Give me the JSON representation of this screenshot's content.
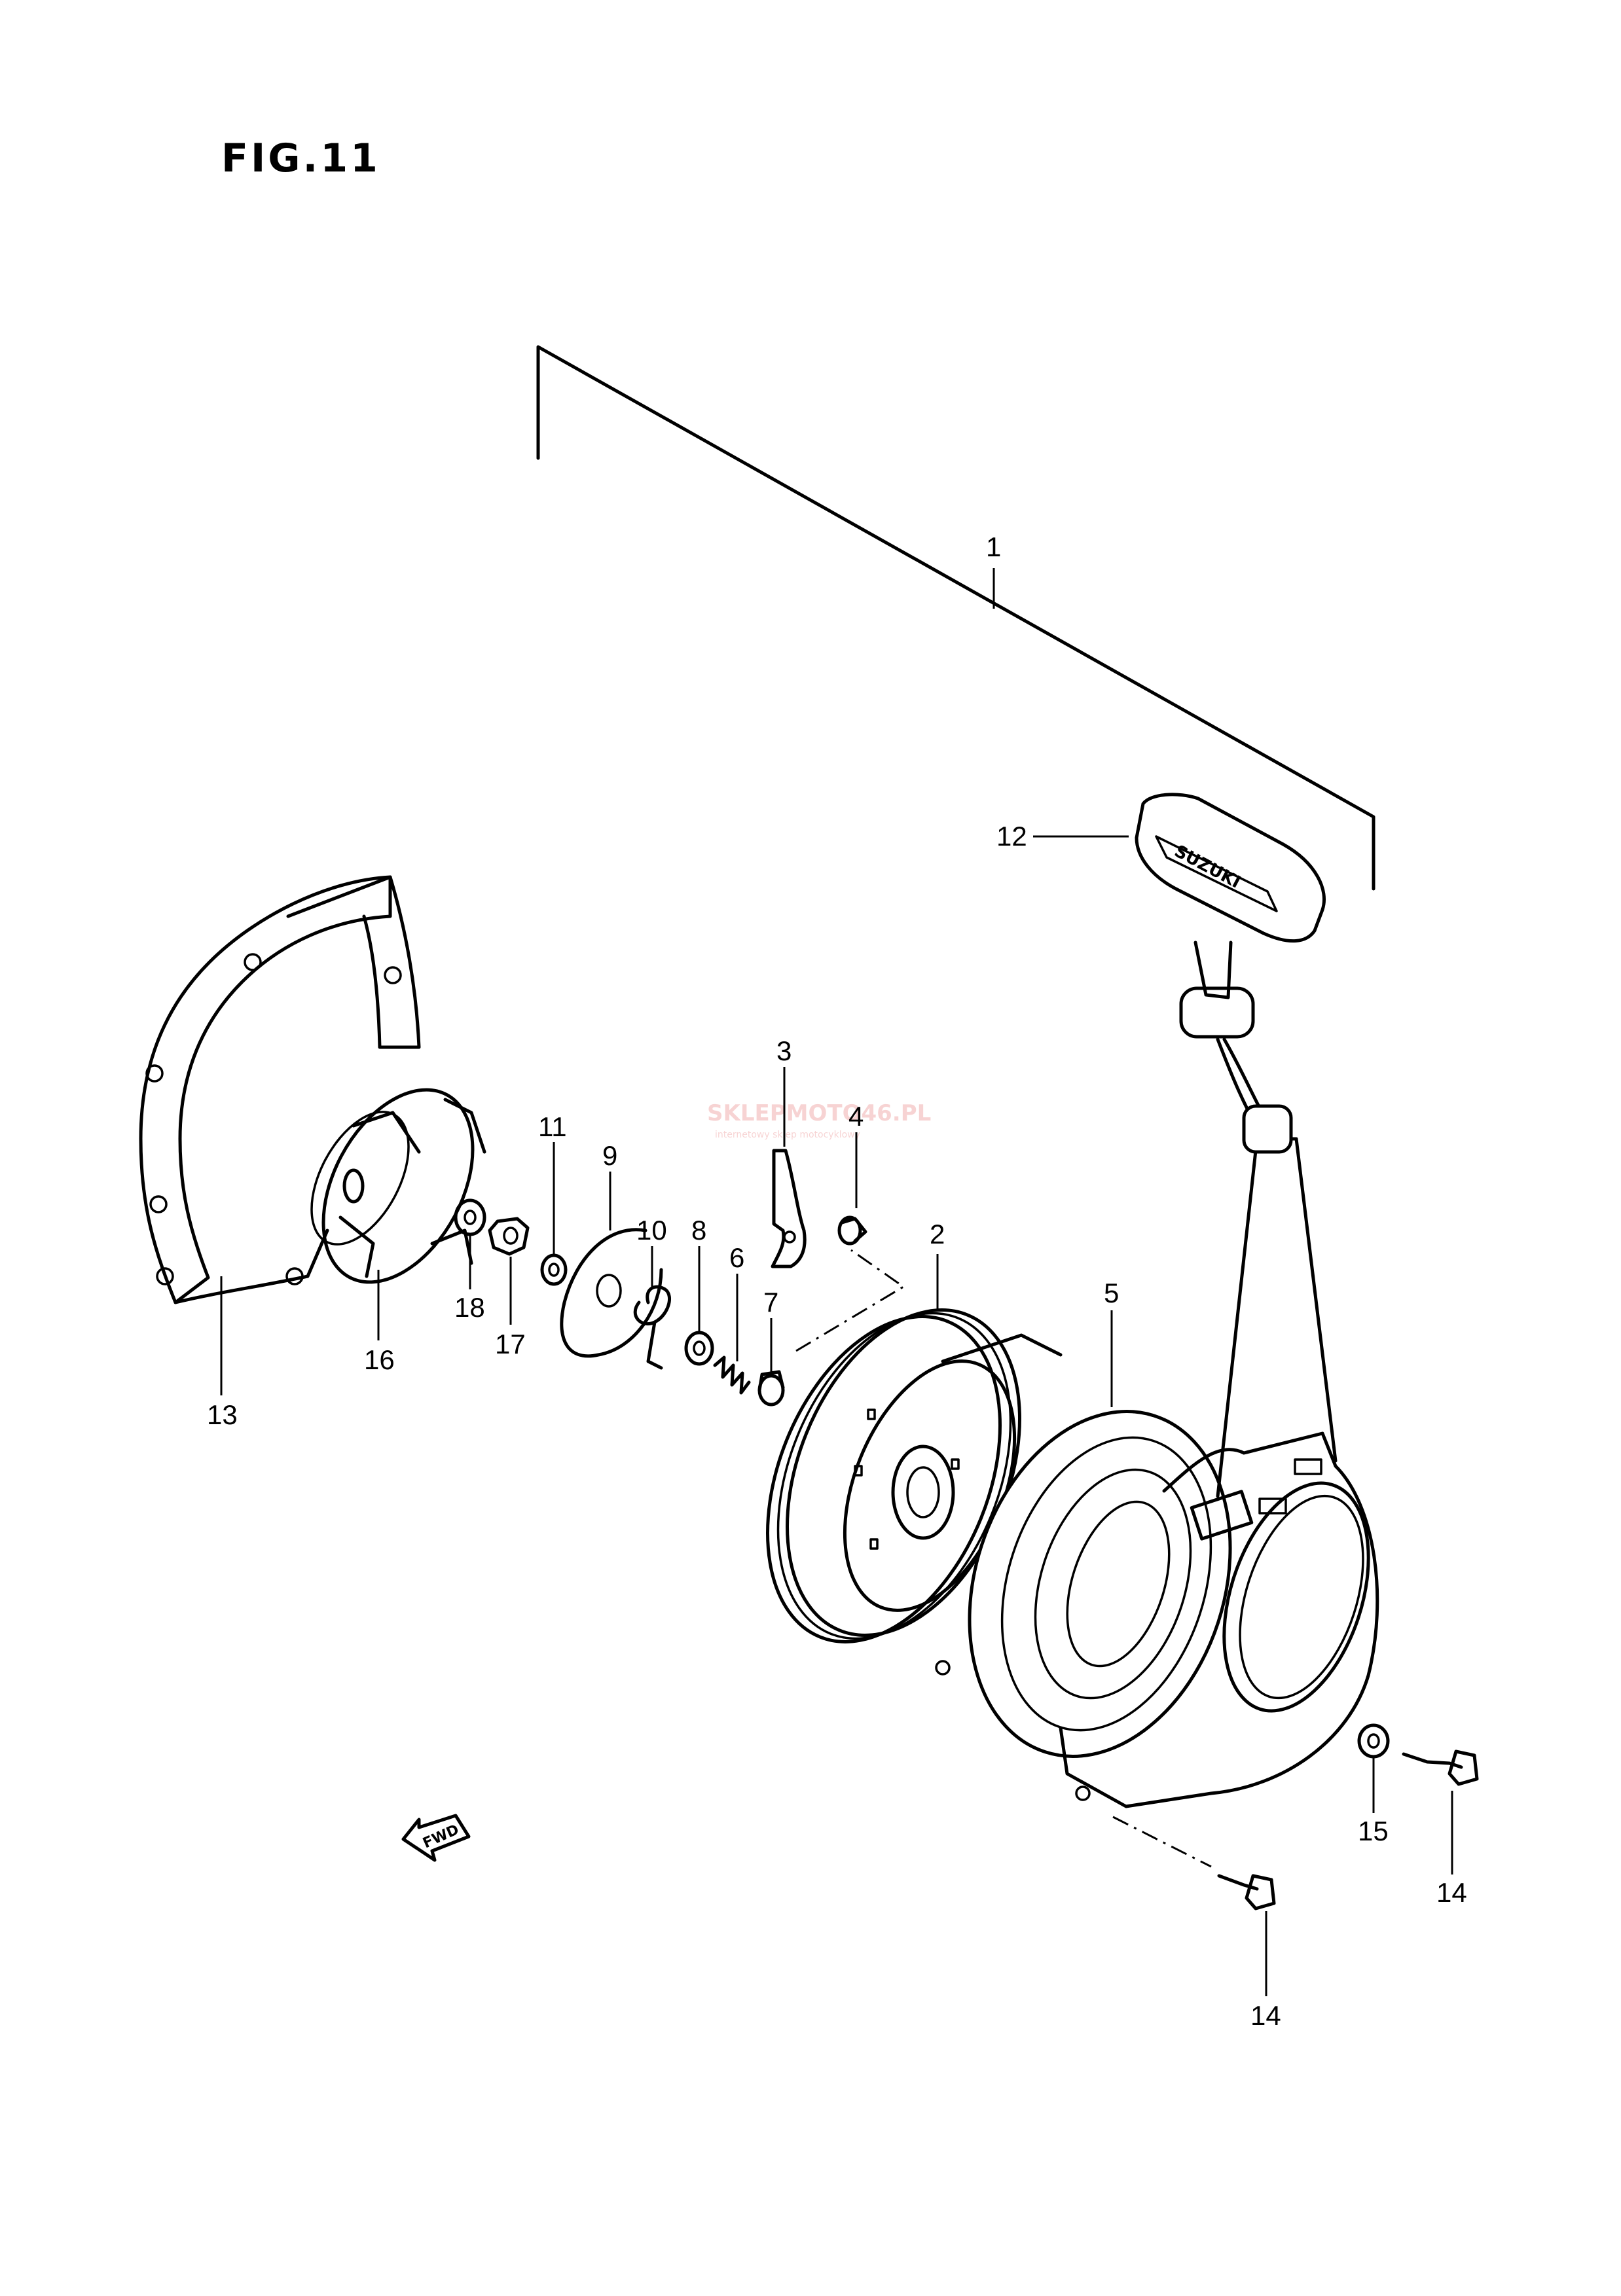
{
  "figure": {
    "title": "FIG.11"
  },
  "callouts": {
    "c1": "1",
    "c2": "2",
    "c3": "3",
    "c4": "4",
    "c5": "5",
    "c6": "6",
    "c7": "7",
    "c8": "8",
    "c9": "9",
    "c10": "10",
    "c11": "11",
    "c12": "12",
    "c13": "13",
    "c14a": "14",
    "c14b": "14",
    "c15": "15",
    "c16": "16",
    "c17": "17",
    "c18": "18"
  },
  "handle_brand": "SUZUKI",
  "direction_arrow": {
    "label": "FWD",
    "icon": "fwd-arrow-icon"
  },
  "watermark": {
    "brand": "SKLEPMOTO46.PL",
    "tagline": "internetowy sklep motocyklowy"
  }
}
